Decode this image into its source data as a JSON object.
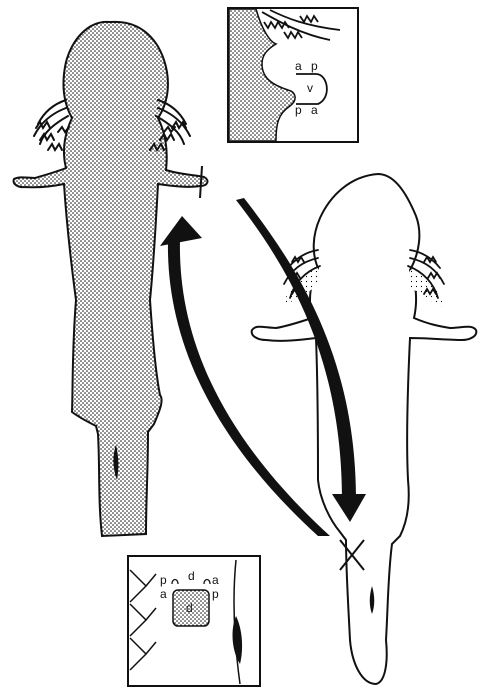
{
  "inset_top": {
    "labels": {
      "a_top": "a",
      "p_top": "p",
      "v": "v",
      "p_bottom": "p",
      "a_bottom": "a"
    }
  },
  "inset_bottom": {
    "labels": {
      "p_left": "p",
      "a_left": "a",
      "d_top": "d",
      "d_center": "d",
      "a_right": "a",
      "p_right": "p"
    }
  },
  "colors": {
    "ink": "#111111",
    "stipple": "#000000",
    "paper": "#ffffff"
  }
}
